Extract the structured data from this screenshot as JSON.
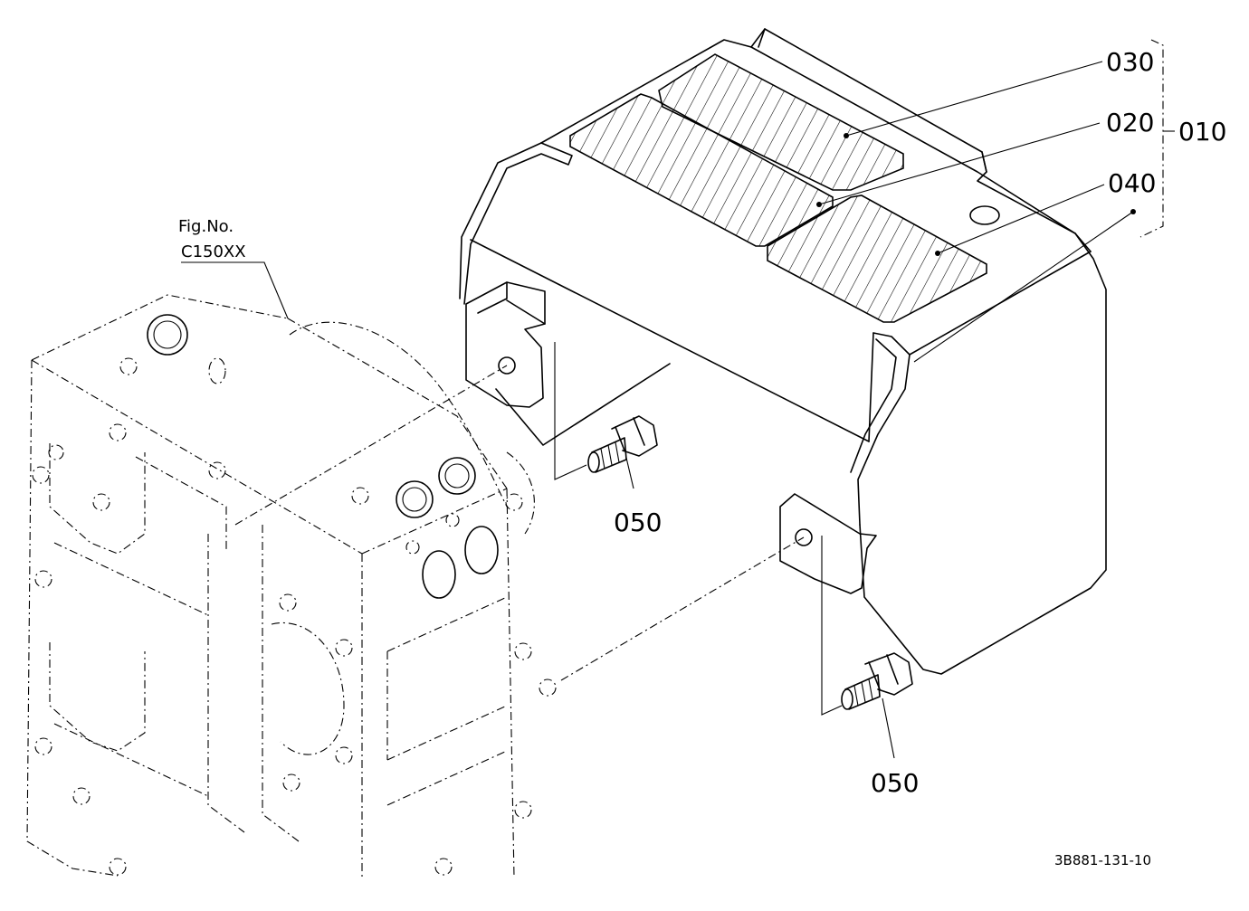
{
  "diagram": {
    "callouts": {
      "c030": "030",
      "c020": "020",
      "c040": "040",
      "c010": "010",
      "c050a": "050",
      "c050b": "050"
    },
    "figure_reference": {
      "line1": "Fig.No.",
      "line2": "C150XX"
    },
    "document_id": "3B881-131-10"
  }
}
